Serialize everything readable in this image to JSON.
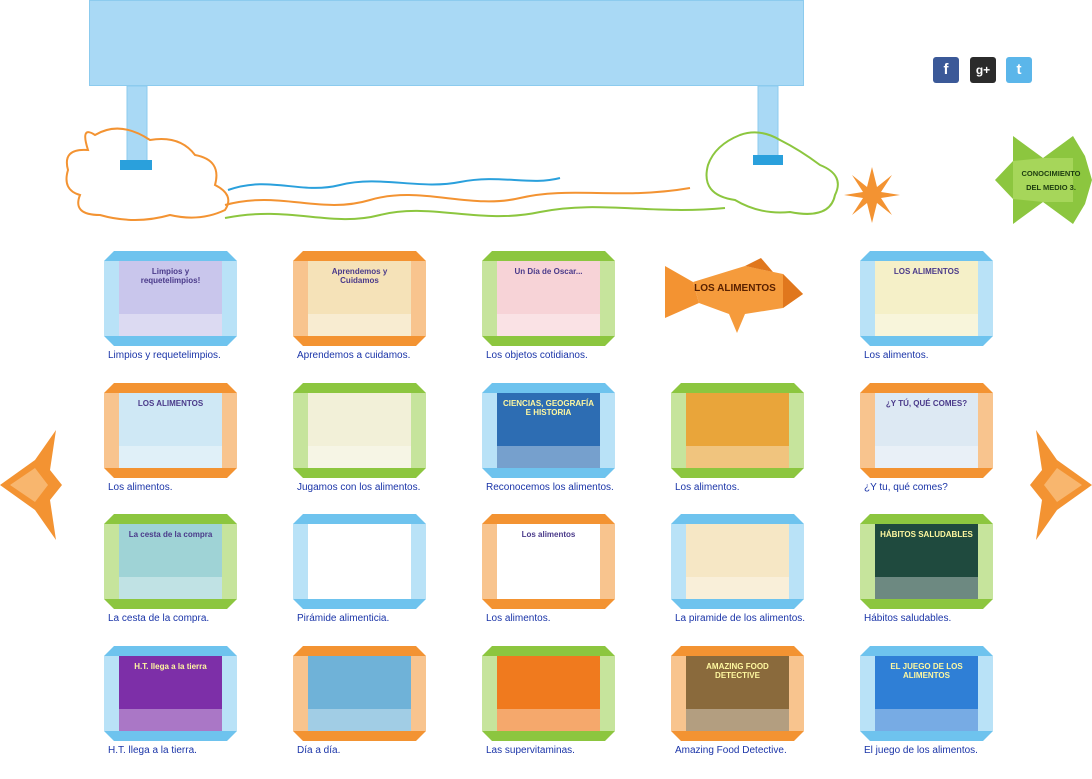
{
  "social": {
    "facebook": "f",
    "google_plus": "g+",
    "twitter": "t"
  },
  "nav": {
    "conocimiento": "CONOCIMIENTO DEL MEDIO 3.",
    "fish_title": "LOS ALIMENTOS"
  },
  "items": [
    {
      "label": "Limpios y requetelimpios.",
      "frame": "#6ec3ee",
      "side": "#b9e2f7",
      "bg": "#c9c6ec",
      "screen_text": "Limpios y requetelimpios!"
    },
    {
      "label": "Aprendemos a cuidamos.",
      "frame": "#f39332",
      "side": "#f8c48e",
      "bg": "#f5e2b8",
      "screen_text": "Aprendemos y Cuidamos"
    },
    {
      "label": "Los objetos cotidianos.",
      "frame": "#8cc63f",
      "side": "#c6e49c",
      "bg": "#f7d3d7",
      "screen_text": "Un Día de Oscar..."
    },
    {
      "label": "Los alimentos.",
      "frame": "#6ec3ee",
      "side": "#b9e2f7",
      "bg": "#f5f0c8",
      "screen_text": "LOS ALIMENTOS"
    },
    {
      "label": "Los alimentos.",
      "frame": "#f39332",
      "side": "#f8c48e",
      "bg": "#cfe8f5",
      "screen_text": "LOS ALIMENTOS"
    },
    {
      "label": "Jugamos con los alimentos.",
      "frame": "#8cc63f",
      "side": "#c6e49c",
      "bg": "#f2f0d8",
      "screen_text": ""
    },
    {
      "label": "Reconocemos los alimentos.",
      "frame": "#6ec3ee",
      "side": "#b9e2f7",
      "bg": "#2d6db3",
      "screen_text": "CIENCIAS, GEOGRAFÍA E HISTORIA"
    },
    {
      "label": "Los alimentos.",
      "frame": "#8cc63f",
      "side": "#c6e49c",
      "bg": "#e9a53a",
      "screen_text": ""
    },
    {
      "label": "¿Y tu, qué comes?",
      "frame": "#f39332",
      "side": "#f8c48e",
      "bg": "#dde9f3",
      "screen_text": "¿Y TÚ, QUÉ COMES?"
    },
    {
      "label": "La cesta de la compra.",
      "frame": "#8cc63f",
      "side": "#c6e49c",
      "bg": "#9fd3d6",
      "screen_text": "La cesta de la compra"
    },
    {
      "label": "Pirámide alimenticia.",
      "frame": "#6ec3ee",
      "side": "#b9e2f7",
      "bg": "#ffffff",
      "screen_text": ""
    },
    {
      "label": "Los alimentos.",
      "frame": "#f39332",
      "side": "#f8c48e",
      "bg": "#ffffff",
      "screen_text": "Los alimentos"
    },
    {
      "label": "La piramide de los alimentos.",
      "frame": "#6ec3ee",
      "side": "#b9e2f7",
      "bg": "#f6e7c5",
      "screen_text": ""
    },
    {
      "label": "Hábitos saludables.",
      "frame": "#8cc63f",
      "side": "#c6e49c",
      "bg": "#1f4a3e",
      "screen_text": "HÁBITOS SALUDABLES"
    },
    {
      "label": "H.T. llega a la tierra.",
      "frame": "#6ec3ee",
      "side": "#b9e2f7",
      "bg": "#7d2fa8",
      "screen_text": "H.T. llega a la tierra"
    },
    {
      "label": "Día a día.",
      "frame": "#f39332",
      "side": "#f8c48e",
      "bg": "#6fb2d8",
      "screen_text": ""
    },
    {
      "label": "Las supervitaminas.",
      "frame": "#8cc63f",
      "side": "#c6e49c",
      "bg": "#f07a1e",
      "screen_text": ""
    },
    {
      "label": "Amazing Food Detective.",
      "frame": "#f39332",
      "side": "#f8c48e",
      "bg": "#8a6a3c",
      "screen_text": "AMAZING FOOD DETECTIVE"
    },
    {
      "label": "El juego de los alimentos.",
      "frame": "#6ec3ee",
      "side": "#b9e2f7",
      "bg": "#2f7fd6",
      "screen_text": "EL JUEGO DE LOS ALIMENTOS"
    }
  ]
}
